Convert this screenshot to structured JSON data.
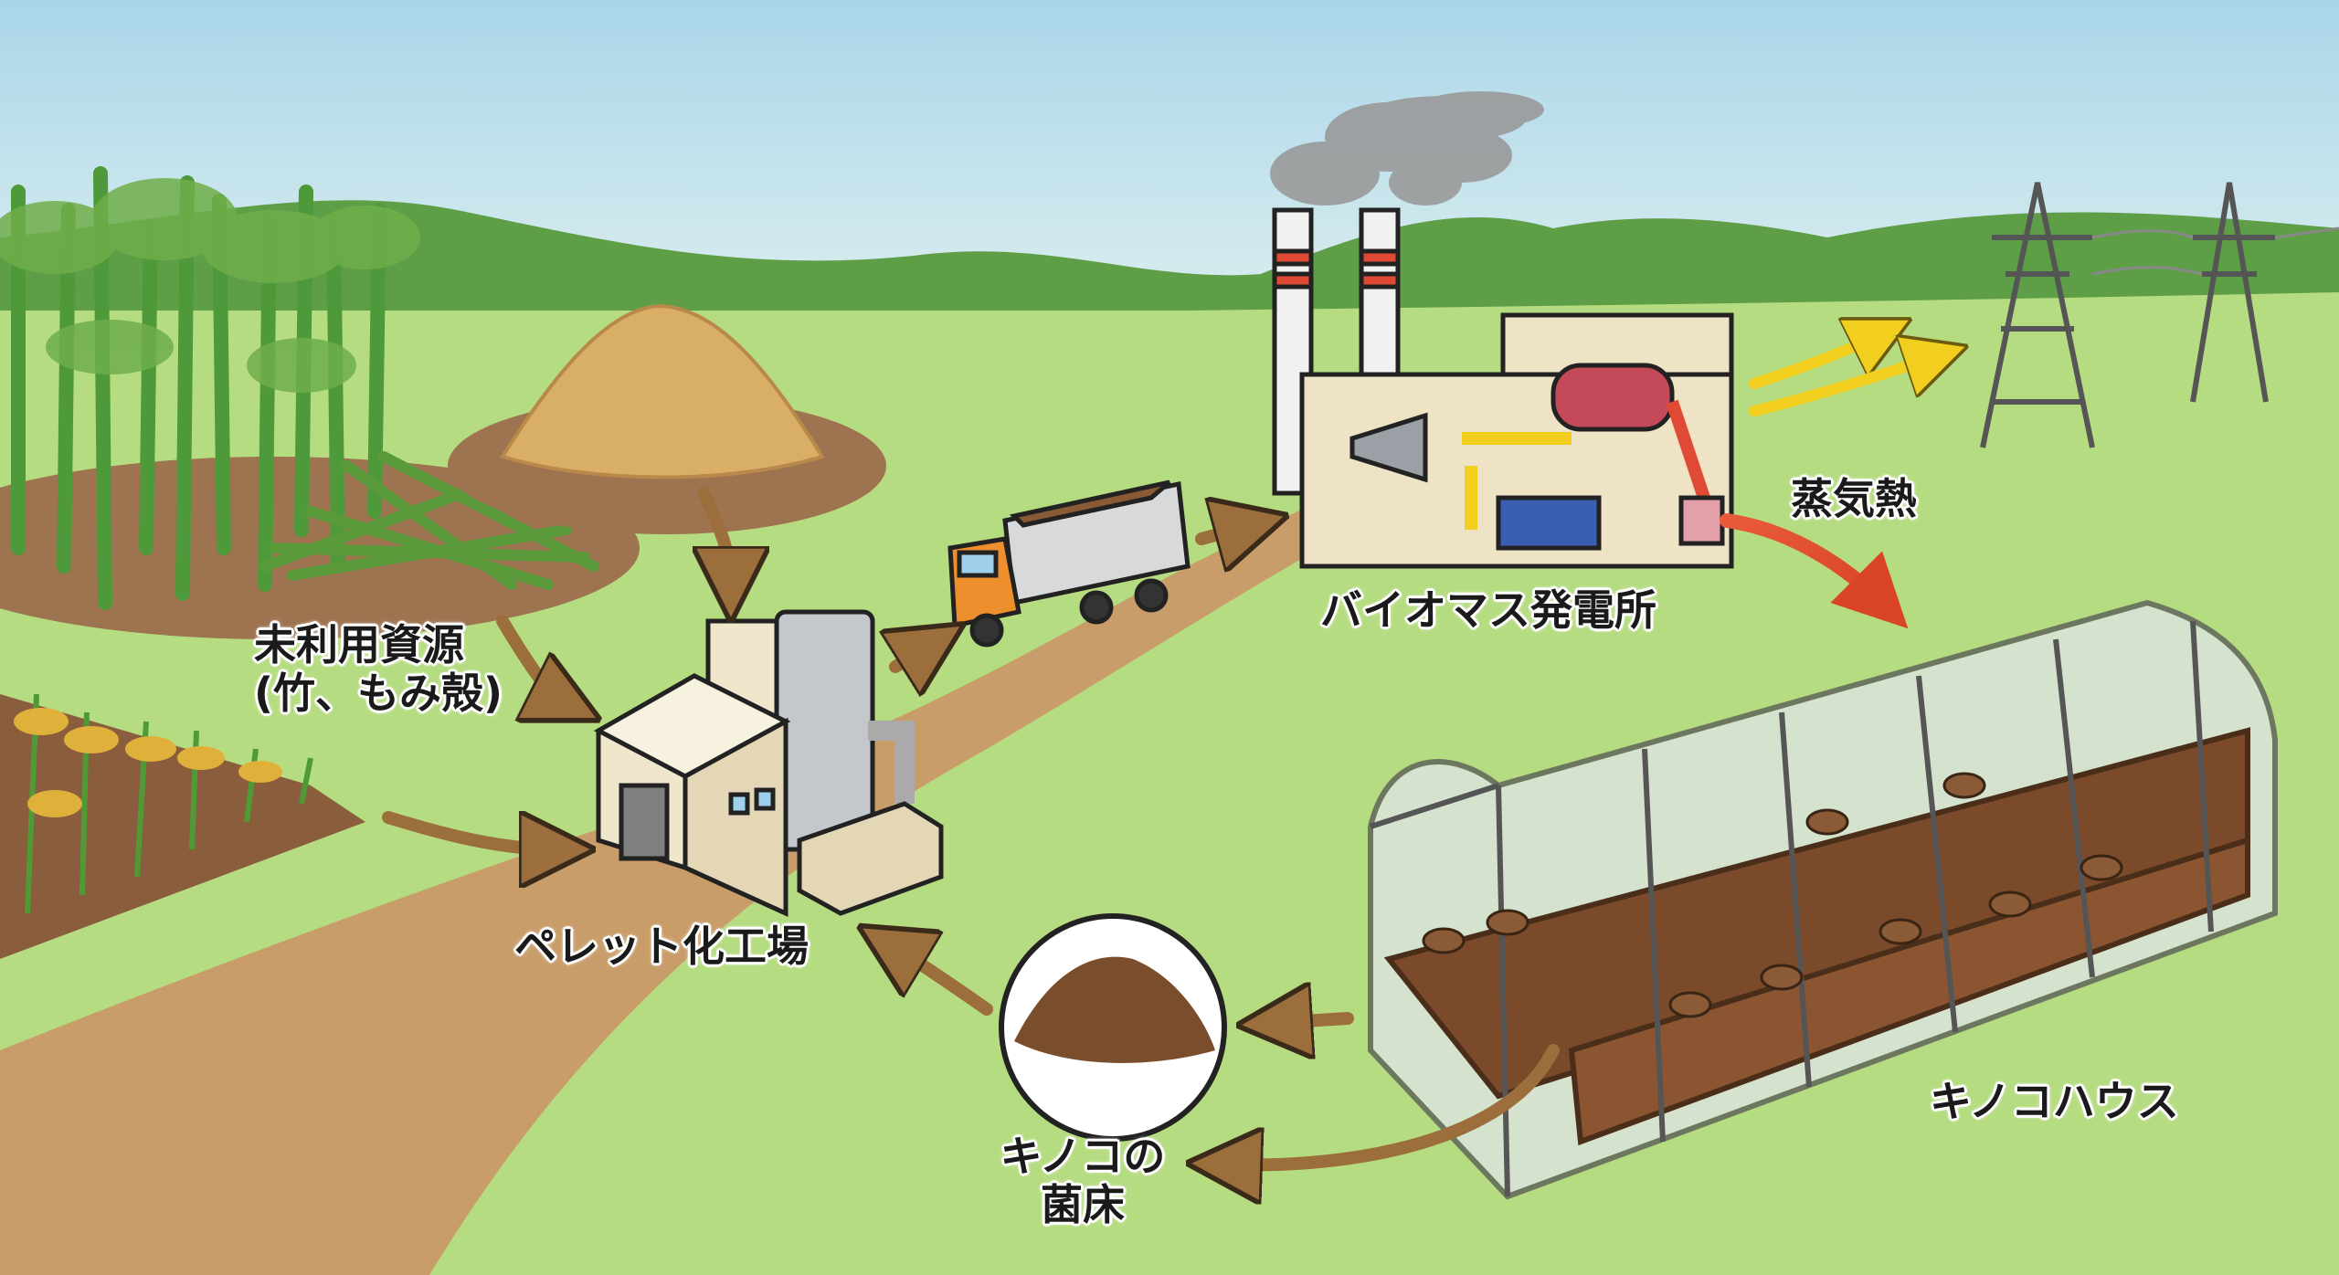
{
  "labels": {
    "unused_resources_line1": "未利用資源",
    "unused_resources_line2": "(竹、もみ殻)",
    "pellet_factory": "ペレット化工場",
    "biomass_plant": "バイオマス発電所",
    "steam_heat": "蒸気熱",
    "mushroom_house": "キノコハウス",
    "mushroom_bed_line1": "キノコの",
    "mushroom_bed_line2": "菌床"
  },
  "colors": {
    "sky_top": "#bfe1ee",
    "grass": "#b5dc80",
    "hill": "#5e9e47",
    "road": "#c99d6a",
    "arrow": "#9b6e3c",
    "electric_arrow": "#f2cf1e",
    "heat_arrow": "#e0502e"
  }
}
